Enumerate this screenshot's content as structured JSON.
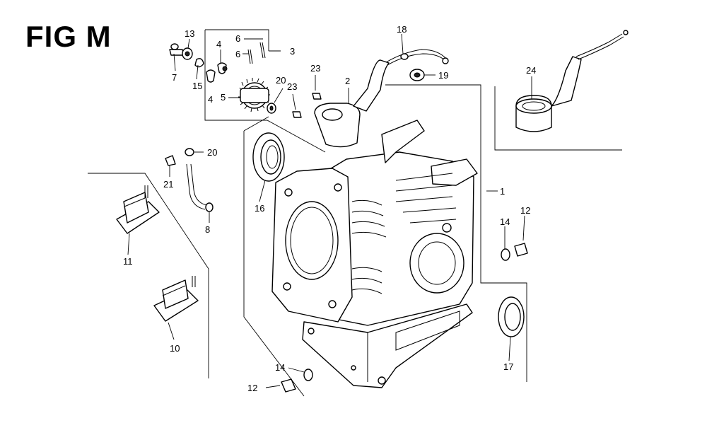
{
  "title": "FIG M",
  "callouts": {
    "c1": "1",
    "c2": "2",
    "c3": "3",
    "c4a": "4",
    "c4b": "4",
    "c5": "5",
    "c6a": "6",
    "c6b": "6",
    "c7": "7",
    "c8": "8",
    "c10": "10",
    "c11": "11",
    "c12a": "12",
    "c12b": "12",
    "c13": "13",
    "c14a": "14",
    "c14b": "14",
    "c15": "15",
    "c16": "16",
    "c17": "17",
    "c18": "18",
    "c19": "19",
    "c20a": "20",
    "c20b": "20",
    "c21": "21",
    "c23a": "23",
    "c23b": "23",
    "c24": "24"
  }
}
